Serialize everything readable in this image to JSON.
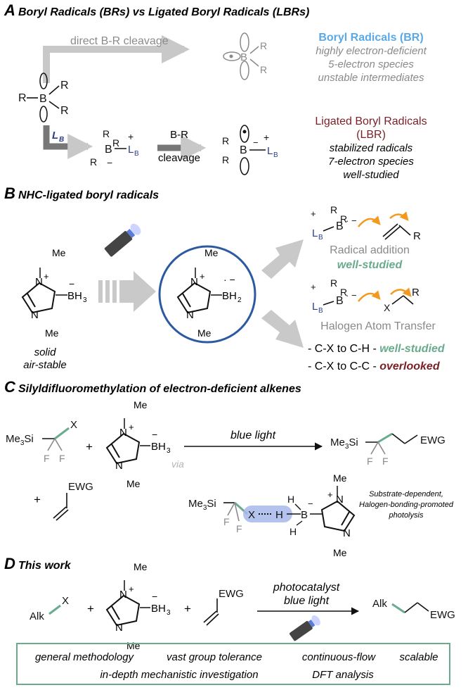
{
  "section_a": {
    "letter": "A",
    "title": "Boryl Radicals (BRs) vs Ligated Boryl Radicals (LBRs)",
    "direct_cleavage": "direct B-R cleavage",
    "lb": "L",
    "lb_sub": "B",
    "br_cleavage_1": "B-R",
    "br_cleavage_2": "cleavage",
    "br_title": "Boryl Radicals (BR)",
    "br_desc": [
      "highly electron-deficient",
      "5-electron species",
      "unstable intermediates"
    ],
    "lbr_title_1": "Ligated Boryl Radicals",
    "lbr_title_2": "(LBR)",
    "lbr_desc": [
      "stabilized radicals",
      "7-electron species",
      "well-studied"
    ]
  },
  "section_b": {
    "letter": "B",
    "title": "NHC-ligated boryl radicals",
    "me": "Me",
    "solid": "solid",
    "air_stable": "air-stable",
    "radical_addition": "Radical addition",
    "ra_status": "well-studied",
    "halogen_transfer": "Halogen Atom Transfer",
    "cx_ch": "C-X to C-H - ",
    "cx_ch_status": "well-studied",
    "cx_cc": "C-X to C-C - ",
    "cx_cc_status": "overlooked"
  },
  "section_c": {
    "letter": "C",
    "title": "Silyldifluoromethylation of electron-deficient alkenes",
    "blue_light": "blue light",
    "via": "via",
    "ewg": "EWG",
    "note": [
      "Substrate-dependent,",
      "Halogen-bonding-promoted",
      "photolysis"
    ]
  },
  "section_d": {
    "letter": "D",
    "title": "This work",
    "alk": "Alk",
    "photocatalyst": "photocatalyst",
    "blue_light": "blue light",
    "ewg": "EWG",
    "features_row1": [
      "general methodology",
      "vast group tolerance",
      "continuous-flow",
      "scalable"
    ],
    "features_row2": [
      "in-depth mechanistic investigation",
      "DFT analysis"
    ]
  },
  "colors": {
    "br_blue": "#5aa9e6",
    "lbr_red": "#7b1f27",
    "teal": "#6aab8e",
    "navy": "#2c3e8c",
    "orange": "#f39a1e",
    "grey_arrow": "#c9c9c9"
  }
}
